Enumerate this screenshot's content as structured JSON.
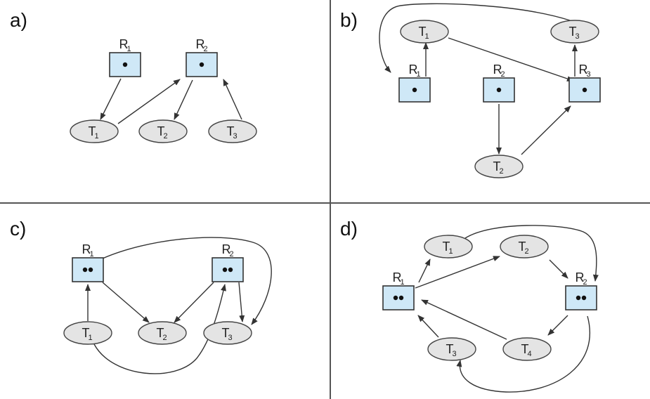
{
  "panels": [
    {
      "id": "a",
      "label": "a)",
      "resources": [
        {
          "id": "R1",
          "main": "R",
          "sub": "1",
          "dots": 1
        },
        {
          "id": "R2",
          "main": "R",
          "sub": "2",
          "dots": 1
        }
      ],
      "transactions": [
        {
          "id": "T1",
          "main": "T",
          "sub": "1"
        },
        {
          "id": "T2",
          "main": "T",
          "sub": "2"
        },
        {
          "id": "T3",
          "main": "T",
          "sub": "3"
        }
      ],
      "edges": [
        {
          "from": "R1",
          "to": "T1"
        },
        {
          "from": "T1",
          "to": "R2"
        },
        {
          "from": "R2",
          "to": "T2"
        },
        {
          "from": "T3",
          "to": "R2"
        }
      ]
    },
    {
      "id": "b",
      "label": "b)",
      "resources": [
        {
          "id": "R1",
          "main": "R",
          "sub": "1",
          "dots": 1
        },
        {
          "id": "R2",
          "main": "R",
          "sub": "2",
          "dots": 1
        },
        {
          "id": "R3",
          "main": "R",
          "sub": "3",
          "dots": 1
        }
      ],
      "transactions": [
        {
          "id": "T1",
          "main": "T",
          "sub": "1"
        },
        {
          "id": "T2",
          "main": "T",
          "sub": "2"
        },
        {
          "id": "T3",
          "main": "T",
          "sub": "3"
        }
      ],
      "edges": [
        {
          "from": "R1",
          "to": "T1"
        },
        {
          "from": "T1",
          "to": "R3"
        },
        {
          "from": "R3",
          "to": "T3"
        },
        {
          "from": "T3",
          "to": "R1"
        },
        {
          "from": "R2",
          "to": "T2"
        },
        {
          "from": "T2",
          "to": "R3"
        }
      ]
    },
    {
      "id": "c",
      "label": "c)",
      "resources": [
        {
          "id": "R1",
          "main": "R",
          "sub": "1",
          "dots": 2
        },
        {
          "id": "R2",
          "main": "R",
          "sub": "2",
          "dots": 2
        }
      ],
      "transactions": [
        {
          "id": "T1",
          "main": "T",
          "sub": "1"
        },
        {
          "id": "T2",
          "main": "T",
          "sub": "2"
        },
        {
          "id": "T3",
          "main": "T",
          "sub": "3"
        }
      ],
      "edges": [
        {
          "from": "T1",
          "to": "R1"
        },
        {
          "from": "R1",
          "to": "T2"
        },
        {
          "from": "R1",
          "to": "T3"
        },
        {
          "from": "R2",
          "to": "T2"
        },
        {
          "from": "R2",
          "to": "T3"
        },
        {
          "from": "T1",
          "to": "R2"
        }
      ]
    },
    {
      "id": "d",
      "label": "d)",
      "resources": [
        {
          "id": "R1",
          "main": "R",
          "sub": "1",
          "dots": 2
        },
        {
          "id": "R2",
          "main": "R",
          "sub": "2",
          "dots": 2
        }
      ],
      "transactions": [
        {
          "id": "T1",
          "main": "T",
          "sub": "1"
        },
        {
          "id": "T2",
          "main": "T",
          "sub": "2"
        },
        {
          "id": "T3",
          "main": "T",
          "sub": "3"
        },
        {
          "id": "T4",
          "main": "T",
          "sub": "4"
        }
      ],
      "edges": [
        {
          "from": "R1",
          "to": "T1"
        },
        {
          "from": "R1",
          "to": "T2"
        },
        {
          "from": "T1",
          "to": "R2"
        },
        {
          "from": "T2",
          "to": "R2"
        },
        {
          "from": "R2",
          "to": "T4"
        },
        {
          "from": "T4",
          "to": "R1"
        },
        {
          "from": "T3",
          "to": "R1"
        },
        {
          "from": "R2",
          "to": "T3"
        }
      ]
    }
  ]
}
